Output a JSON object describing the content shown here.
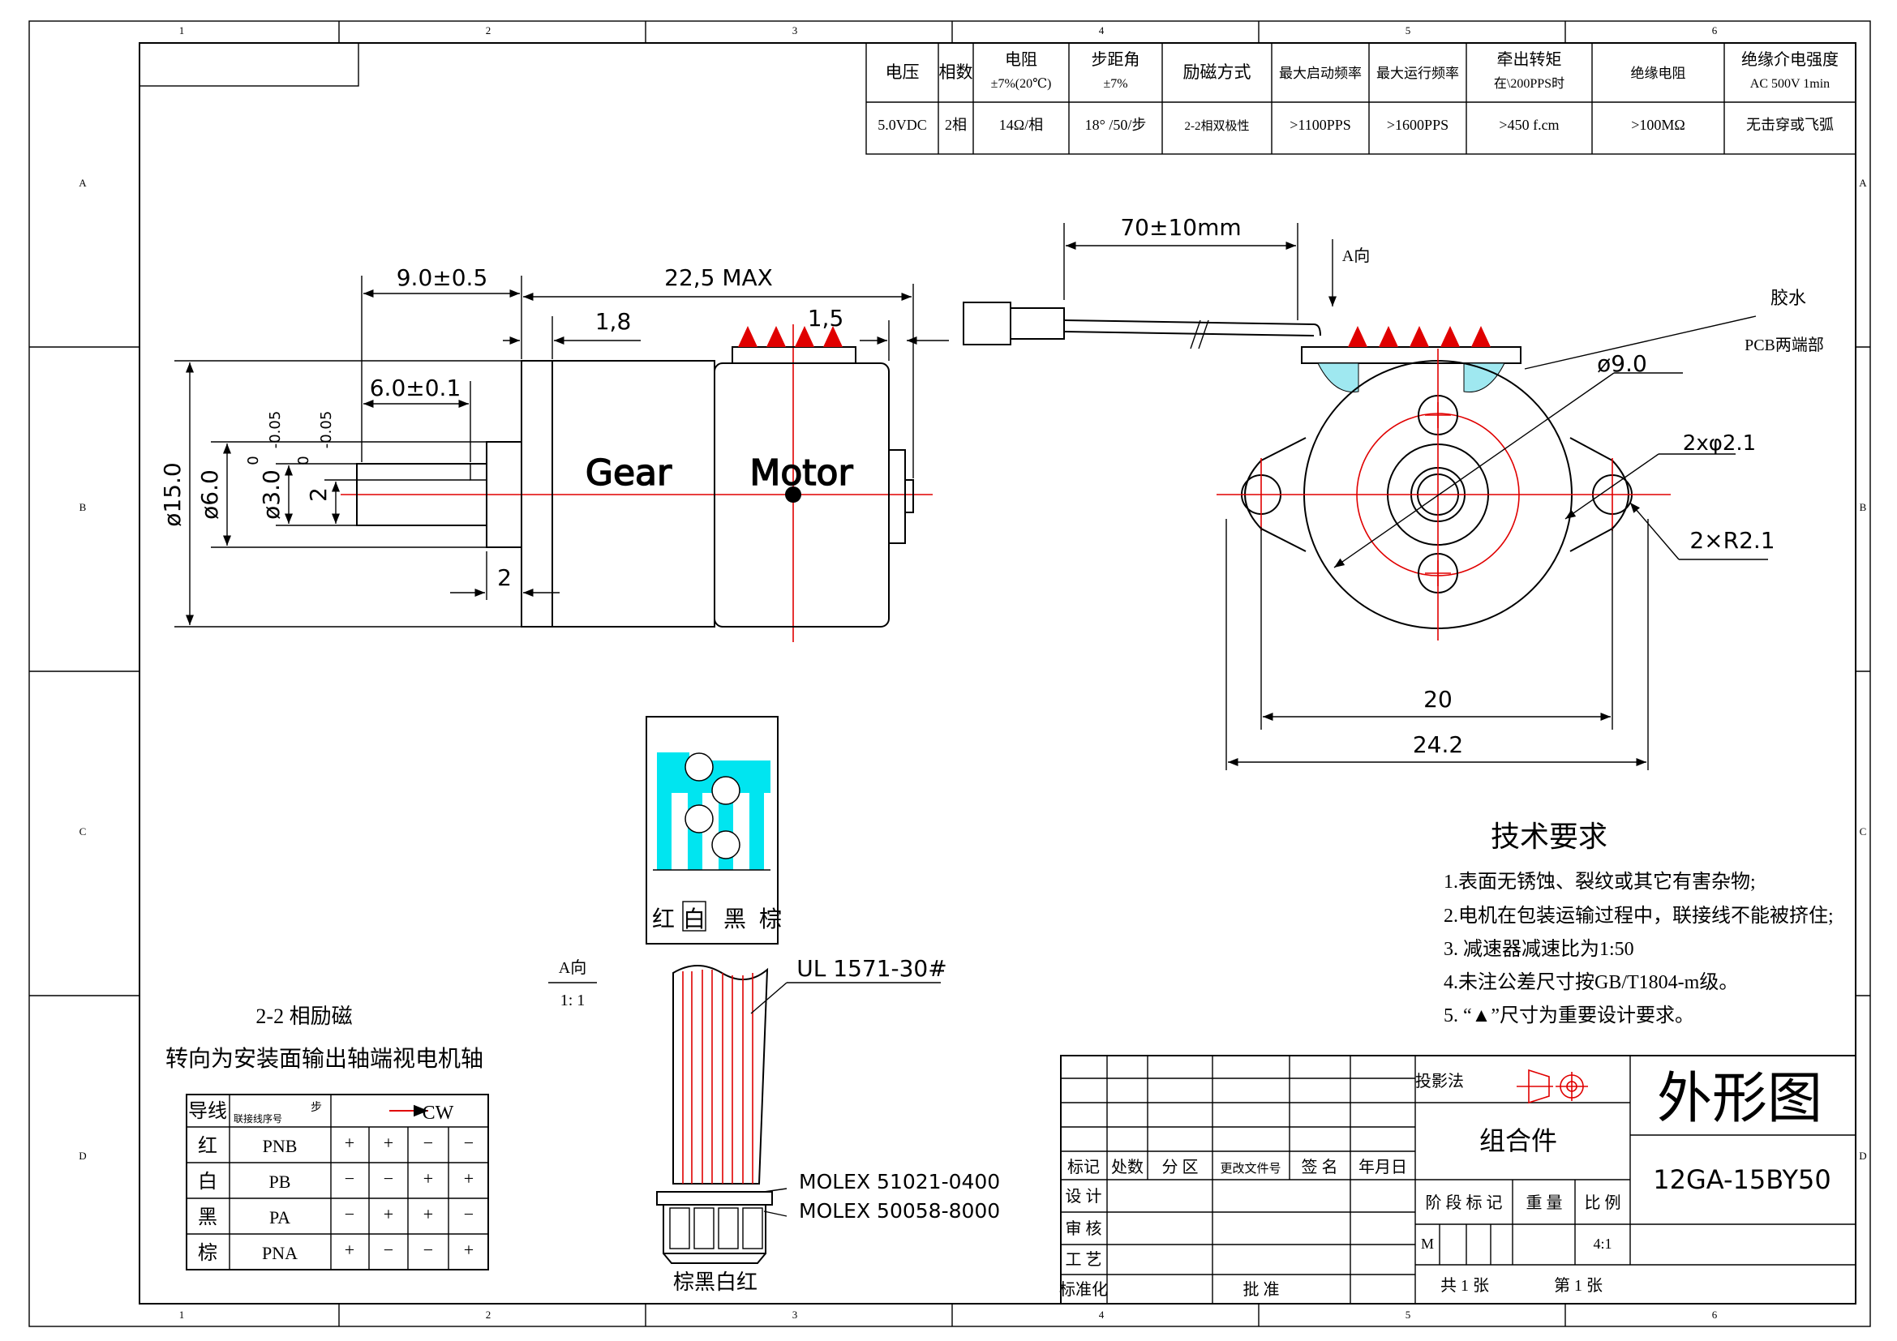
{
  "frame": {
    "cols": [
      "1",
      "2",
      "3",
      "4",
      "5",
      "6"
    ],
    "rows": [
      "A",
      "B",
      "C",
      "D"
    ]
  },
  "spec_table": {
    "headers": [
      [
        "电压"
      ],
      [
        "相数"
      ],
      [
        "电阻",
        "±7%(20℃)"
      ],
      [
        "步距角",
        "±7%"
      ],
      [
        "励磁方式"
      ],
      [
        "最大启动频率"
      ],
      [
        "最大运行频率"
      ],
      [
        "牵出转矩",
        "在\\200PPS时"
      ],
      [
        "绝缘电阻"
      ],
      [
        "绝缘介电强度",
        "AC 500V 1min"
      ]
    ],
    "values": [
      "5.0VDC",
      "2相",
      "14Ω/相",
      "18° /50/步",
      "2-2相双极性",
      ">1100PPS",
      ">1600PPS",
      ">450 f.cm",
      ">100MΩ",
      "无击穿或飞弧"
    ]
  },
  "side_view": {
    "dims": {
      "d_body": "ø15.0",
      "d_hub": "ø6.0",
      "d_shaft": "ø3.0",
      "shaft_flat": "2",
      "tol_a_upper": "0",
      "tol_a_lower": "-0.05",
      "tol_b_upper": "0",
      "tol_b_lower": "-0.05",
      "shaft_len": "9.0±0.5",
      "flat_len": "6.0±0.1",
      "total_len": "22,5 MAX",
      "flange_t": "1,8",
      "pcb_t": "1,5",
      "hub_len": "2"
    },
    "label_gear": "Gear",
    "label_motor": "Motor"
  },
  "front_view": {
    "lead_len": "70±10mm",
    "view_a": "A向",
    "glue": "胶水",
    "pcb": "PCB两端部",
    "d_outer": "ø9.0",
    "holes": "2xφ2.1",
    "radius": "2×R2.1",
    "hole_pitch": "20",
    "width": "24.2"
  },
  "connector": {
    "colors": [
      "红",
      "白",
      "黑",
      "棕"
    ],
    "view_label": "A向",
    "scale": "1: 1",
    "wire": "UL 1571-30#",
    "part1": "MOLEX 51021-0400",
    "part2": "MOLEX 50058-8000",
    "bottom_colors": "棕黑白红"
  },
  "excitation": {
    "title": "2-2 相励磁",
    "subtitle": "转向为安装面输出轴端视电机轴",
    "h_wire": "导线",
    "h_seq": "联接线序号",
    "h_step": "步",
    "h_cw": "CW",
    "rows": [
      {
        "color": "红",
        "name": "PNB",
        "s": [
          "+",
          "+",
          "−",
          "−"
        ]
      },
      {
        "color": "白",
        "name": "PB",
        "s": [
          "−",
          "−",
          "+",
          "+"
        ]
      },
      {
        "color": "黑",
        "name": "PA",
        "s": [
          "−",
          "+",
          "+",
          "−"
        ]
      },
      {
        "color": "棕",
        "name": "PNA",
        "s": [
          "+",
          "−",
          "−",
          "+"
        ]
      }
    ]
  },
  "tech": {
    "title": "技术要求",
    "items": [
      "1.表面无锈蚀、裂纹或其它有害杂物;",
      "2.电机在包装运输过程中，联接线不能被挤住;",
      "3. 减速器减速比为1:50",
      "4.未注公差尺寸按GB/T1804-m级。",
      "5. “▲”尺寸为重要设计要求。"
    ]
  },
  "title_block": {
    "projection": "投影法",
    "assembly": "组合件",
    "drawing_name": "外形图",
    "model": "12GA-15BY50",
    "headers": [
      "标记",
      "处数",
      "分 区",
      "更改文件号",
      "签 名",
      "年月日"
    ],
    "roles": [
      "设 计",
      "审 核",
      "工 艺",
      "标准化"
    ],
    "approve": "批 准",
    "stage": "阶 段 标 记",
    "weight": "重 量",
    "ratio_label": "比 例",
    "stage_mark": "M",
    "ratio": "4:1",
    "total": "共 1 张",
    "page": "第 1 张"
  }
}
